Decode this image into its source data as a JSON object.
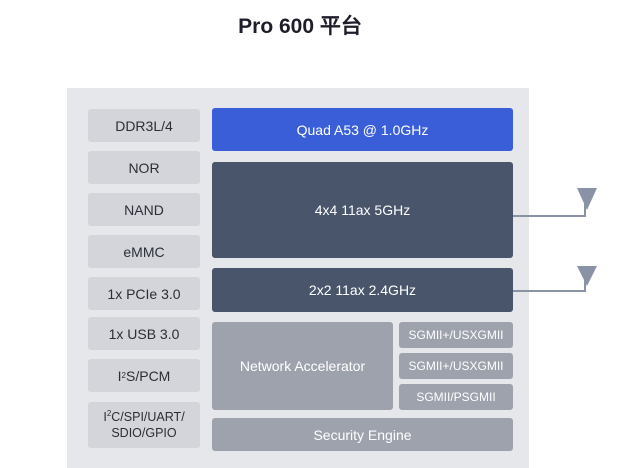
{
  "title": "Pro 600 平台",
  "interfaces": [
    "DDR3L/4",
    "NOR",
    "NAND",
    "eMMC",
    "1x PCIe 3.0",
    "1x USB 3.0"
  ],
  "i2s": {
    "prefix": "I",
    "sup": "2",
    "suffix": "S/PCM"
  },
  "i2c": {
    "prefix": "I",
    "sup": "2",
    "line1_suffix": "C/SPI/UART/",
    "line2": "SDIO/GPIO"
  },
  "cpu": "Quad A53 @ 1.0GHz",
  "wifi_5g": "4x4 11ax 5GHz",
  "wifi_24g": "2x2 11ax 2.4GHz",
  "network_accelerator": "Network Accelerator",
  "ports": [
    "SGMII+/USXGMII",
    "SGMII+/USXGMII",
    "SGMII/PSGMII"
  ],
  "security": "Security Engine",
  "colors": {
    "accent": "#3a5ed8",
    "radio": "#48556b",
    "block": "#9da2ad",
    "panel": "#e6e7ea"
  }
}
